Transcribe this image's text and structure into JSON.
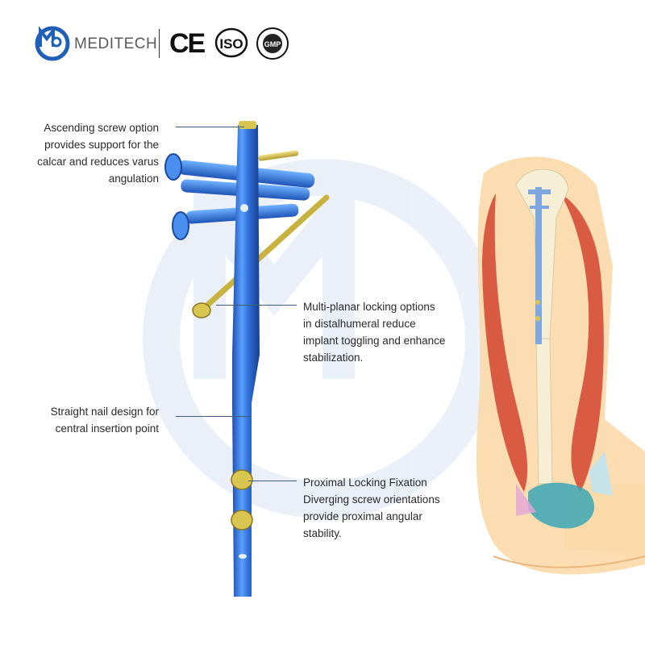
{
  "header": {
    "brand_name": "MEDITECH",
    "cert_ce": "CE",
    "cert_iso": "ISO",
    "cert_gmp": "GMP"
  },
  "callouts": {
    "ascending": [
      "Ascending screw option",
      "provides support for the",
      "calcar and reduces varus",
      "angulation"
    ],
    "multiplanar": [
      "Multi-planar locking options",
      "in distalhumeral reduce",
      "implant toggling and enhance",
      "stabilization."
    ],
    "straight": [
      "Straight nail design for",
      "central insertion point"
    ],
    "proximal": [
      "Proximal Locking Fixation",
      "Diverging screw orientations",
      "provide proximal angular",
      "stability."
    ]
  },
  "colors": {
    "nail_blue": "#2f6fd6",
    "screw_gold": "#d9c650",
    "watermark": "#e9eef8",
    "muscle_red": "#d2442e",
    "skin": "#fbd9a8",
    "bone": "#f6efd6"
  }
}
